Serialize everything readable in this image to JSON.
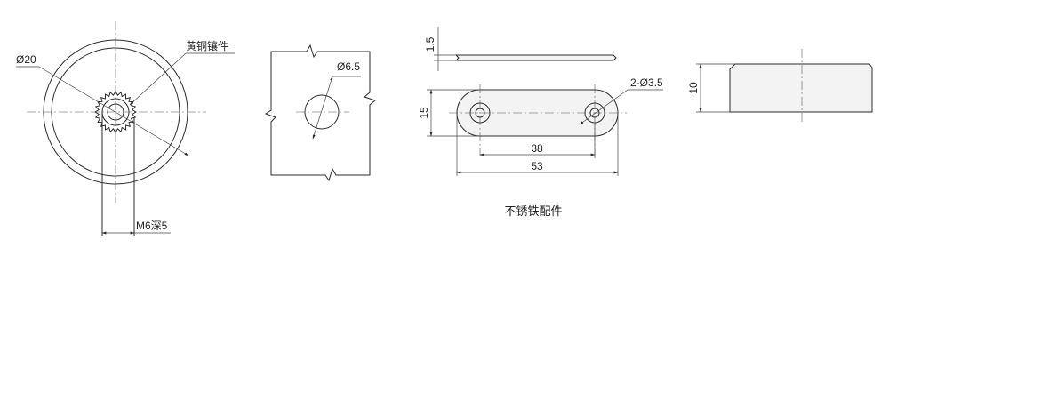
{
  "labels": {
    "dia20": "Ø20",
    "brass_insert": "黄铜镶件",
    "thread": "M6深5",
    "hole_dia": "Ø6.5",
    "thickness": "1.5",
    "height15": "15",
    "holes": "2-Ø3.5",
    "spacing": "38",
    "length": "53",
    "height10": "10",
    "caption": "不锈铁配件"
  }
}
